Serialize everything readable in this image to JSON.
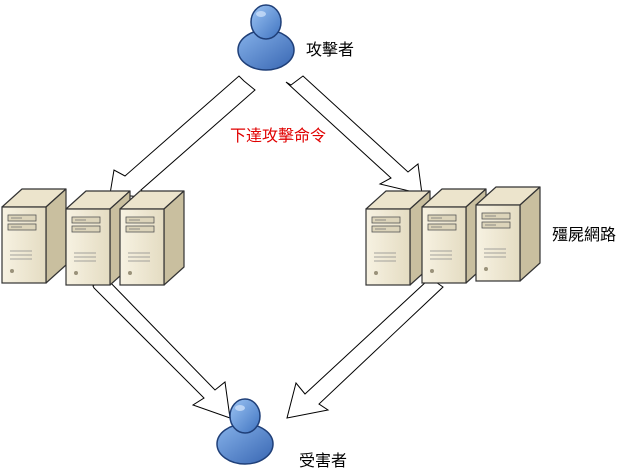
{
  "labels": {
    "attacker": "攻擊者",
    "command": "下達攻擊命令",
    "botnet": "殭屍網路",
    "victim": "受害者"
  },
  "colors": {
    "command_text": "#e00000",
    "person_fill": "#5b8fd8",
    "server_front": "#f2ecd8",
    "server_side": "#cfc6a8"
  },
  "icons": {
    "person": "user-icon",
    "server": "server-tower-icon"
  }
}
